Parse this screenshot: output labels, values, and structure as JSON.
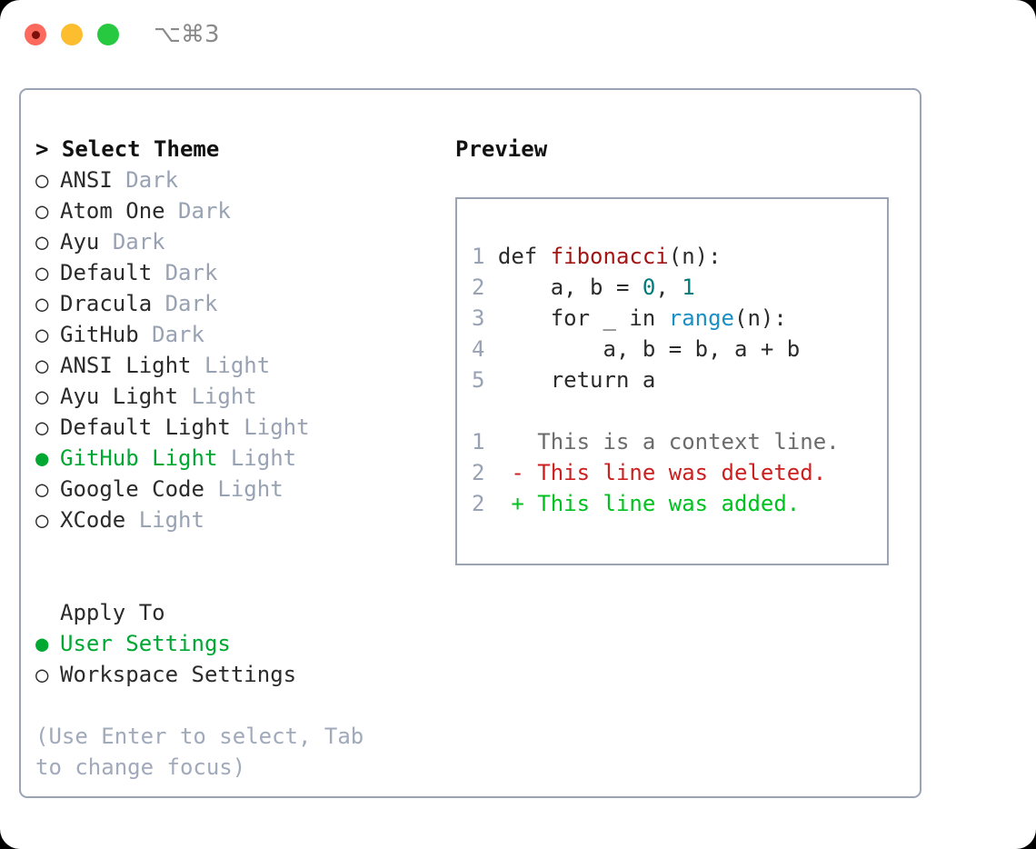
{
  "window": {
    "title": "⌥⌘3",
    "traffic_lights": [
      "close",
      "minimize",
      "maximize"
    ],
    "colors": {
      "close": "#fc6a5d",
      "minimize": "#fcbd2e",
      "maximize": "#26c93f",
      "border": "#9aa4b4",
      "accent_green": "#00a832",
      "muted": "#98a2b3"
    }
  },
  "theme_list": {
    "header": "> Select Theme",
    "bullet_off": "○",
    "bullet_on": "●",
    "items": [
      {
        "bullet": "○",
        "name": "ANSI",
        "variant": "Dark",
        "selected": false
      },
      {
        "bullet": "○",
        "name": "Atom One",
        "variant": "Dark",
        "selected": false
      },
      {
        "bullet": "○",
        "name": "Ayu",
        "variant": "Dark",
        "selected": false
      },
      {
        "bullet": "○",
        "name": "Default",
        "variant": "Dark",
        "selected": false
      },
      {
        "bullet": "○",
        "name": "Dracula",
        "variant": "Dark",
        "selected": false
      },
      {
        "bullet": "○",
        "name": "GitHub",
        "variant": "Dark",
        "selected": false
      },
      {
        "bullet": "○",
        "name": "ANSI Light",
        "variant": "Light",
        "selected": false
      },
      {
        "bullet": "○",
        "name": "Ayu Light",
        "variant": "Light",
        "selected": false
      },
      {
        "bullet": "○",
        "name": "Default Light",
        "variant": "Light",
        "selected": false
      },
      {
        "bullet": "●",
        "name": "GitHub Light",
        "variant": "Light",
        "selected": true
      },
      {
        "bullet": "○",
        "name": "Google Code",
        "variant": "Light",
        "selected": false
      },
      {
        "bullet": "○",
        "name": "XCode",
        "variant": "Light",
        "selected": false
      }
    ]
  },
  "apply_to": {
    "header": "Apply To",
    "options": [
      {
        "bullet": "●",
        "label": "User Settings",
        "selected": true
      },
      {
        "bullet": "○",
        "label": "Workspace Settings",
        "selected": false
      }
    ]
  },
  "hint": "(Use Enter to select, Tab to change focus)",
  "preview": {
    "title": "Preview",
    "code_lines": [
      {
        "no": "1",
        "tokens": [
          {
            "t": "def ",
            "c": "kw"
          },
          {
            "t": "fibonacci",
            "c": "fn"
          },
          {
            "t": "(n):",
            "c": "punc"
          }
        ]
      },
      {
        "no": "2",
        "tokens": [
          {
            "t": "    a, b = ",
            "c": "plain"
          },
          {
            "t": "0",
            "c": "num"
          },
          {
            "t": ", ",
            "c": "plain"
          },
          {
            "t": "1",
            "c": "num"
          }
        ]
      },
      {
        "no": "3",
        "tokens": [
          {
            "t": "    for _ in ",
            "c": "plain"
          },
          {
            "t": "range",
            "c": "call"
          },
          {
            "t": "(n):",
            "c": "punc"
          }
        ]
      },
      {
        "no": "4",
        "tokens": [
          {
            "t": "        a, b = b, a + b",
            "c": "plain"
          }
        ]
      },
      {
        "no": "5",
        "tokens": [
          {
            "t": "    return a",
            "c": "plain"
          }
        ]
      }
    ],
    "diff_lines": [
      {
        "no": "1",
        "marker": " ",
        "text": "This is a context line.",
        "kind": "ctx"
      },
      {
        "no": "2",
        "marker": "-",
        "text": "This line was deleted.",
        "kind": "del"
      },
      {
        "no": "2",
        "marker": "+",
        "text": "This line was added.",
        "kind": "add"
      }
    ]
  }
}
